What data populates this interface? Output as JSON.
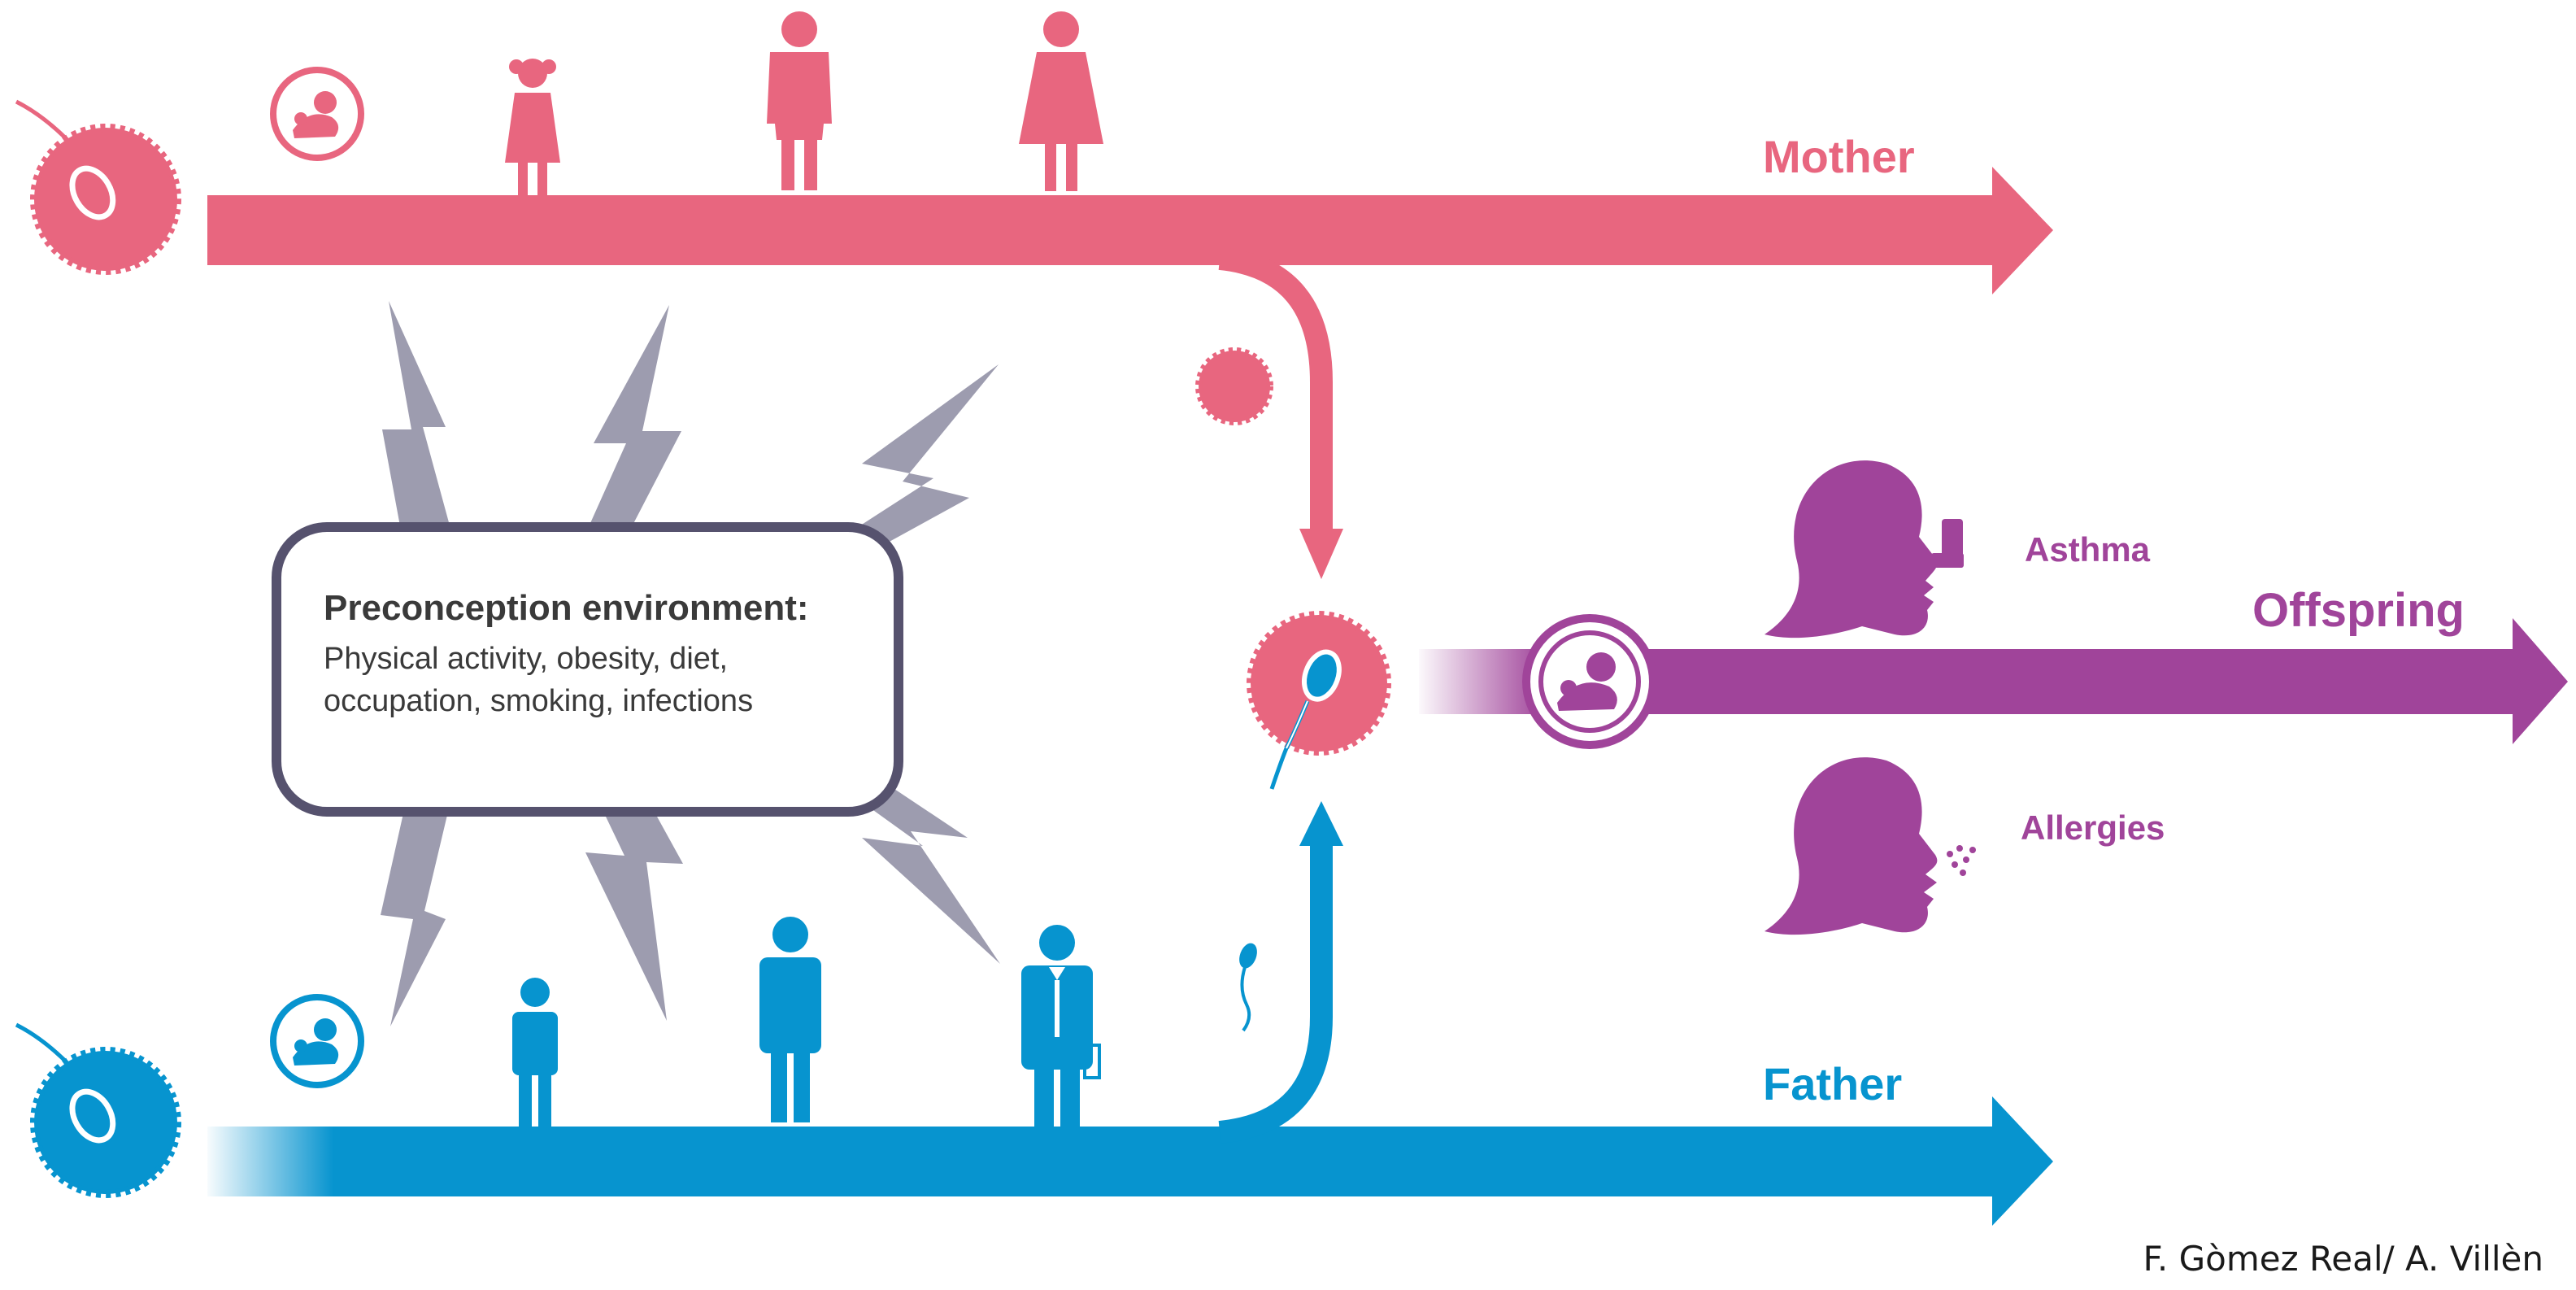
{
  "colors": {
    "mother": "#e8667f",
    "father": "#0794cf",
    "offspring": "#a0449a",
    "lightning": "#9d9caf",
    "box_border": "#56526e",
    "box_text": "#3a3a3a"
  },
  "labels": {
    "mother": "Mother",
    "father": "Father",
    "offspring": "Offspring",
    "asthma": "Asthma",
    "allergies": "Allergies"
  },
  "environment_box": {
    "title": "Preconception environment:",
    "line1": "Physical activity, obesity, diet,",
    "line2": "occupation, smoking, infections"
  },
  "credit": "F. Gòmez Real/ A. Villèn",
  "icons": [
    "egg-sperm-icon",
    "fetus-icon",
    "girl-icon",
    "woman-icon",
    "egg-icon",
    "boy-icon",
    "man-icon",
    "businessman-icon",
    "sperm-icon",
    "fertilized-egg-icon",
    "head-inhaler-icon",
    "head-sneeze-icon",
    "lightning-icon"
  ]
}
